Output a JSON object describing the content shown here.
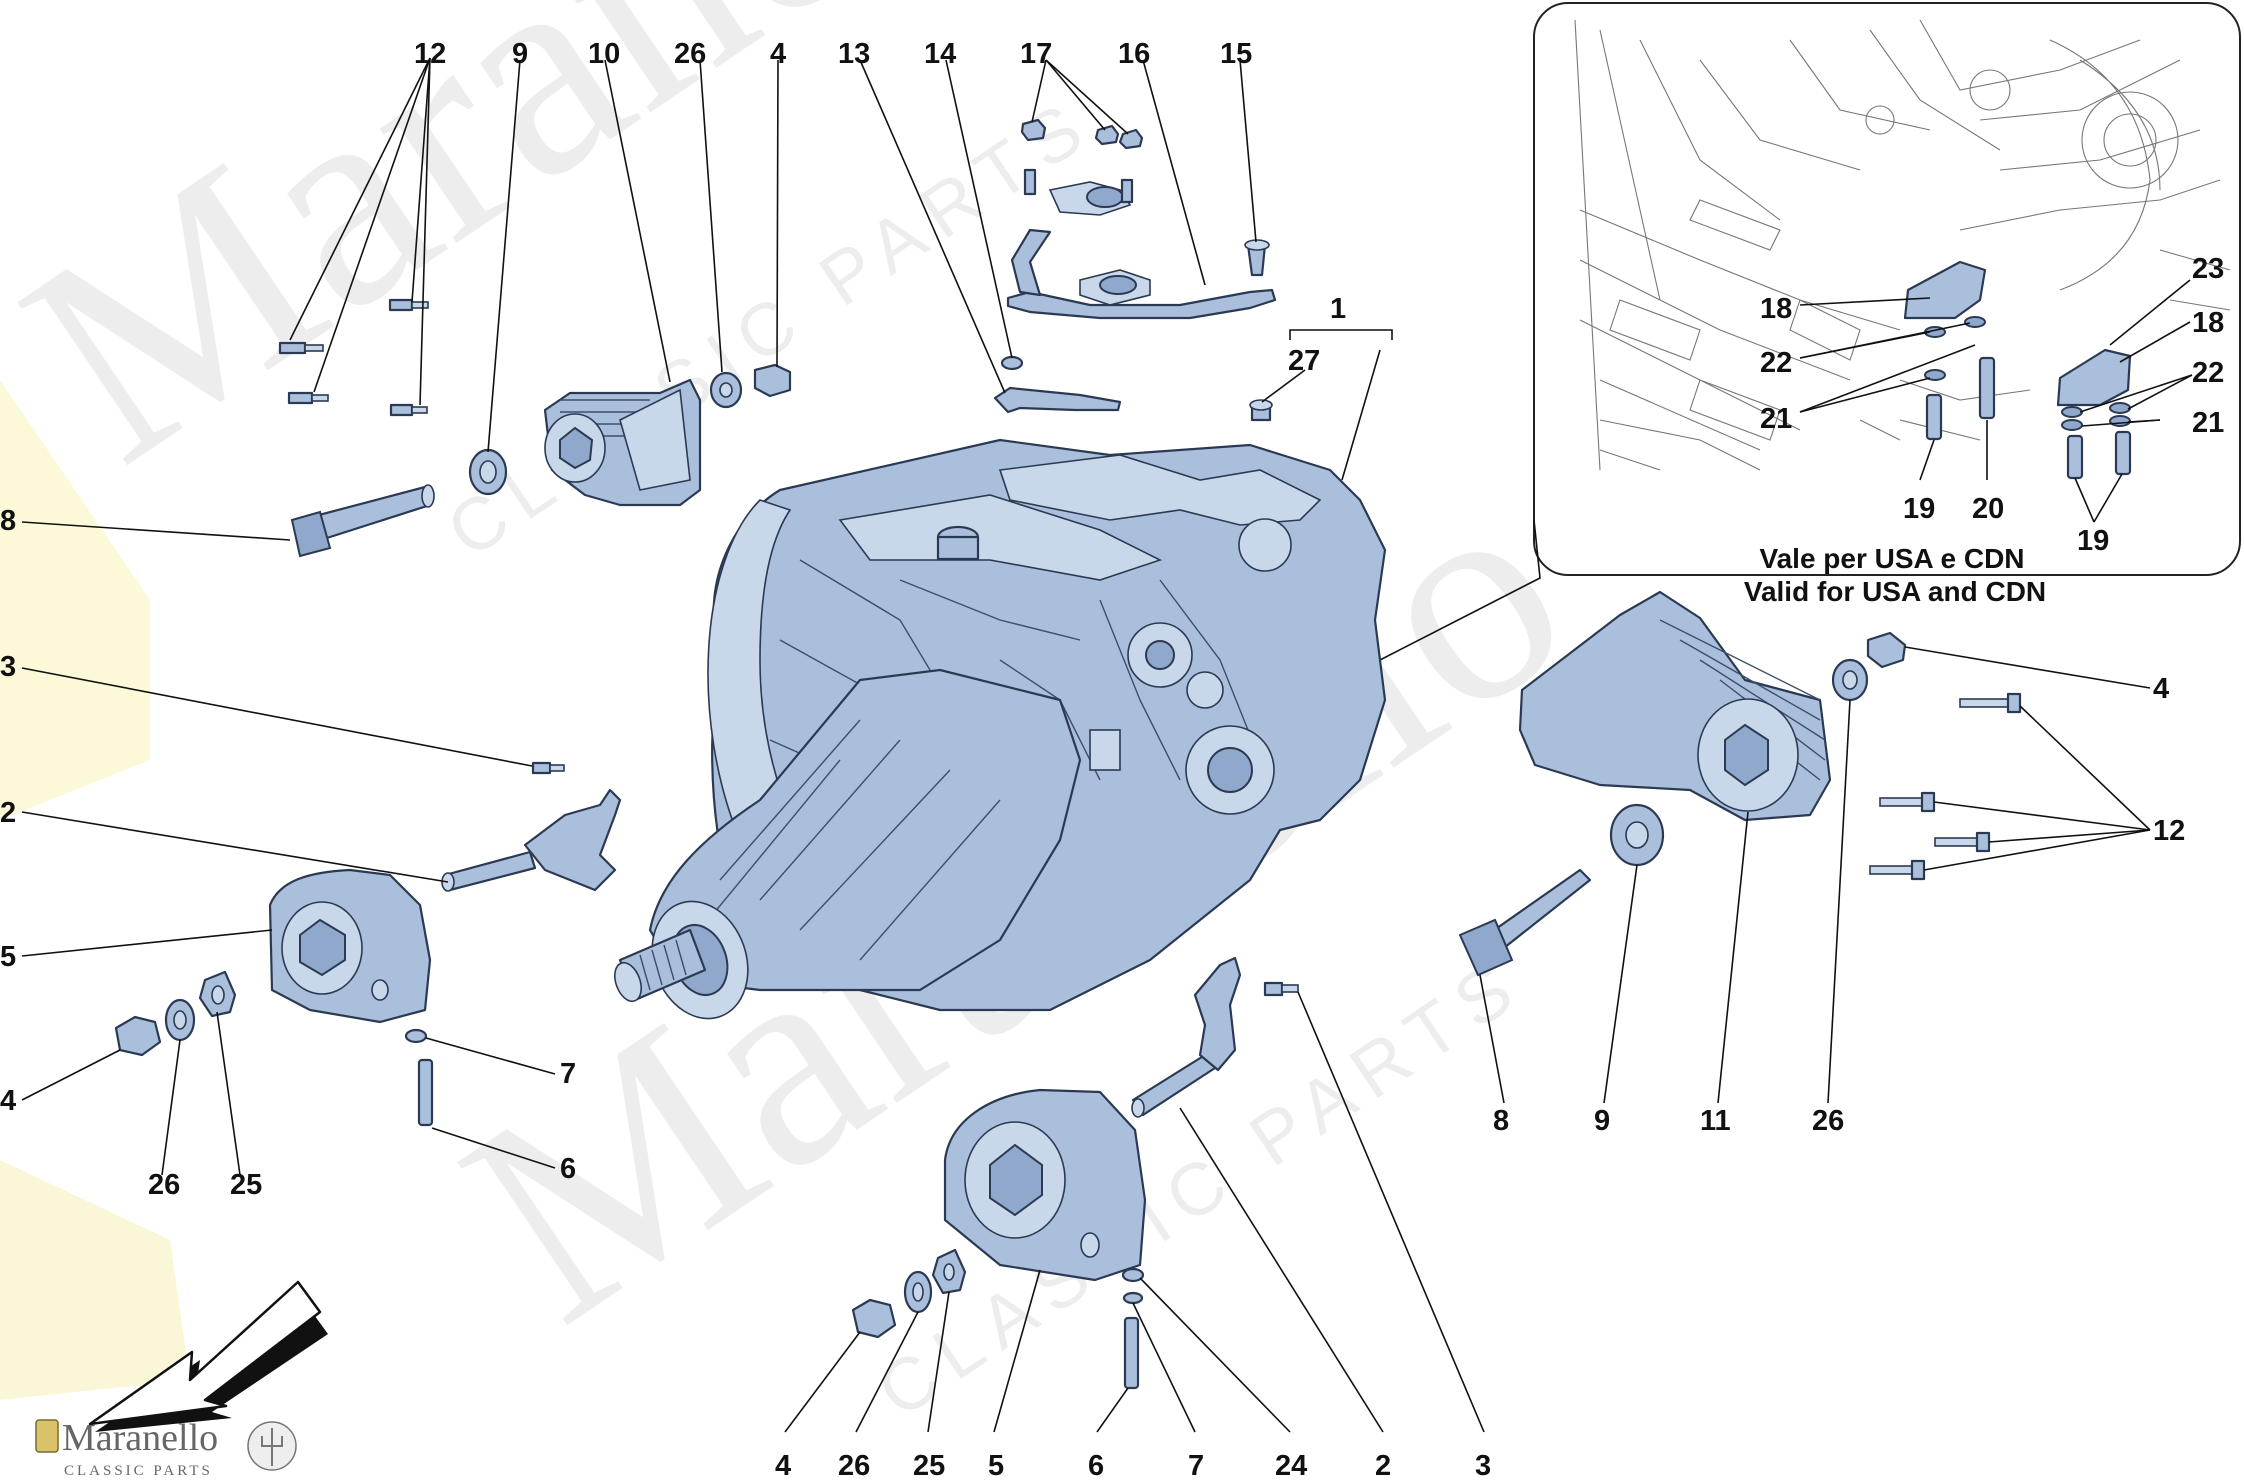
{
  "watermark": {
    "word": "Maranello",
    "subtitle": "CLASSIC PARTS"
  },
  "inset": {
    "caption_line1": "Vale per USA e CDN",
    "caption_line2": "Valid for USA and CDN"
  },
  "brand": {
    "name": "Maranello",
    "tagline": "CLASSIC PARTS"
  },
  "callouts": {
    "c12_top": "12",
    "c9_top": "9",
    "c10_top": "10",
    "c26_top": "26",
    "c4_top": "4",
    "c13_top": "13",
    "c14_top": "14",
    "c17_top": "17",
    "c16_top": "16",
    "c15_top": "15",
    "c1": "1",
    "c27": "27",
    "c8_left": "8",
    "c3_left": "3",
    "c2_left": "2",
    "c5_left": "5",
    "c4_left": "4",
    "c7_left": "7",
    "c6_left": "6",
    "c26_left": "26",
    "c25_left": "25",
    "c4_right": "4",
    "c12_right": "12",
    "c8_right": "8",
    "c9_right": "9",
    "c11_right": "11",
    "c26_right": "26",
    "c4_bottom": "4",
    "c26_bottom": "26",
    "c25_bottom": "25",
    "c5_bottom": "5",
    "c6_bottom": "6",
    "c7_bottom": "7",
    "c24_bottom": "24",
    "c2_bottom": "2",
    "c3_bottom": "3",
    "i18a": "18",
    "i23": "23",
    "i18b": "18",
    "i22a": "22",
    "i22b": "22",
    "i21a": "21",
    "i21b": "21",
    "i19a": "19",
    "i20": "20",
    "i19b": "19"
  }
}
